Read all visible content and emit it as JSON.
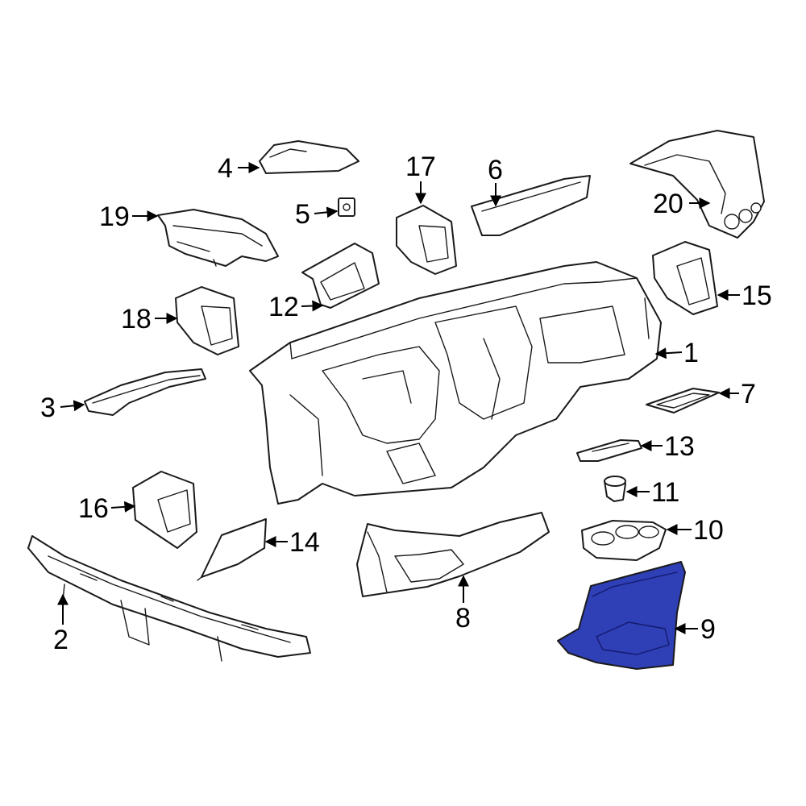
{
  "colors": {
    "highlight": "#2f3fb5",
    "line": "#1a1a1a",
    "background": "#ffffff"
  },
  "callouts": {
    "c1": "1",
    "c2": "2",
    "c3": "3",
    "c4": "4",
    "c5": "5",
    "c6": "6",
    "c7": "7",
    "c8": "8",
    "c9": "9",
    "c10": "10",
    "c11": "11",
    "c12": "12",
    "c13": "13",
    "c14": "14",
    "c15": "15",
    "c16": "16",
    "c17": "17",
    "c18": "18",
    "c19": "19",
    "c20": "20"
  },
  "highlighted_part": "9"
}
